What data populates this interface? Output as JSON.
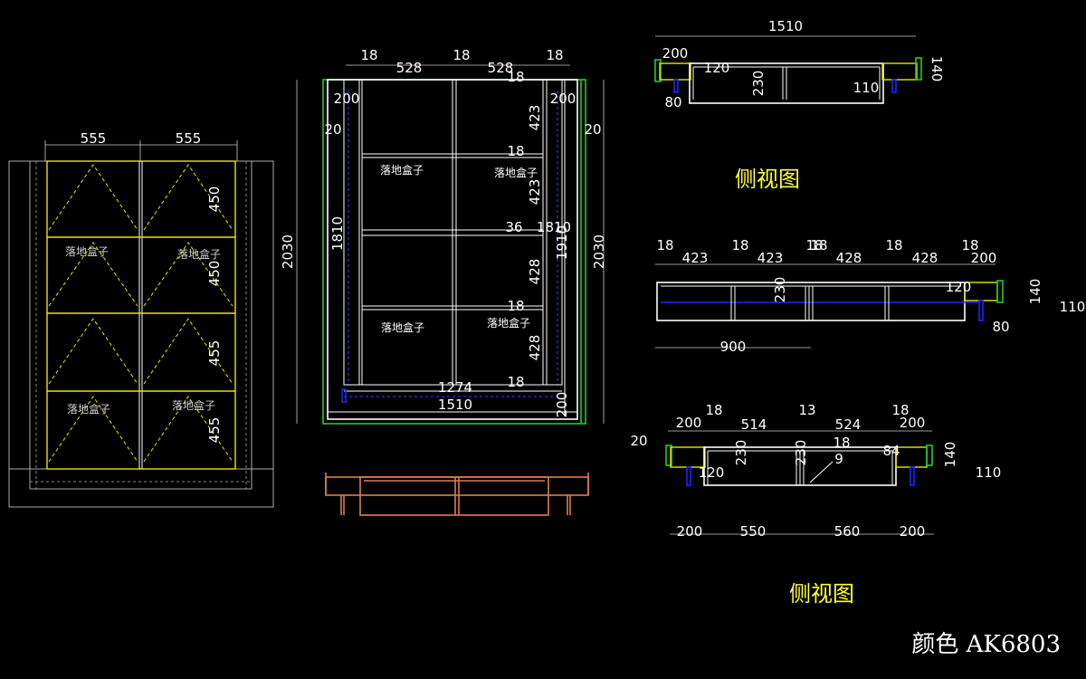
{
  "titles": {
    "side_view_1": "侧视图",
    "side_view_2": "侧视图",
    "color_code": "颜色 AK6803"
  },
  "box_label": "落地盒子",
  "front_view": {
    "dims": {
      "w1": "555",
      "w2": "555",
      "h1": "450",
      "h2": "450",
      "h3": "455",
      "h4": "455"
    }
  },
  "open_view": {
    "dims": {
      "top_18_a": "18",
      "top_528_a": "528",
      "top_18_b": "18",
      "top_528_b": "528",
      "top_18_c": "18",
      "top_18_d": "18",
      "side_200_l": "200",
      "side_200_r": "200",
      "side_20_l": "20",
      "side_20_r": "20",
      "h_423_a": "423",
      "h_18_a": "18",
      "h_423_b": "423",
      "h_36": "36",
      "h_1810_r": "1810",
      "h_1910": "1910",
      "h_428_a": "428",
      "h_18_b": "18",
      "h_428_b": "428",
      "h_18_c": "18",
      "total_h_l": "2030",
      "total_h_r": "2030",
      "inner_h_l": "1810",
      "w_1274": "1274",
      "w_1510": "1510",
      "bottom_200": "200"
    }
  },
  "side_view_top": {
    "dims": {
      "w_1510": "1510",
      "w_200": "200",
      "w_120": "120",
      "h_230": "230",
      "h_110": "110",
      "h_140": "140",
      "h_80": "80"
    }
  },
  "side_view_mid": {
    "dims": {
      "t18a": "18",
      "t423a": "423",
      "t18b": "18",
      "t423b": "423",
      "t18c": "18",
      "t18d": "18",
      "t428a": "428",
      "t18e": "18",
      "t428b": "428",
      "t18f": "18",
      "t200": "200",
      "h230": "230",
      "h120": "120",
      "h140": "140",
      "h110": "110",
      "h80": "80",
      "w900": "900"
    }
  },
  "side_view_bottom": {
    "dims": {
      "t200a": "200",
      "t18a": "18",
      "t514": "514",
      "t13": "13",
      "t524": "524",
      "t18b": "18",
      "t200b": "200",
      "l20": "20",
      "h230a": "230",
      "h230b": "230",
      "m18": "18",
      "m9": "9",
      "m84": "84",
      "h120": "120",
      "h140": "140",
      "h110": "110",
      "b200a": "200",
      "b550": "550",
      "b560": "560",
      "b200b": "200"
    }
  }
}
